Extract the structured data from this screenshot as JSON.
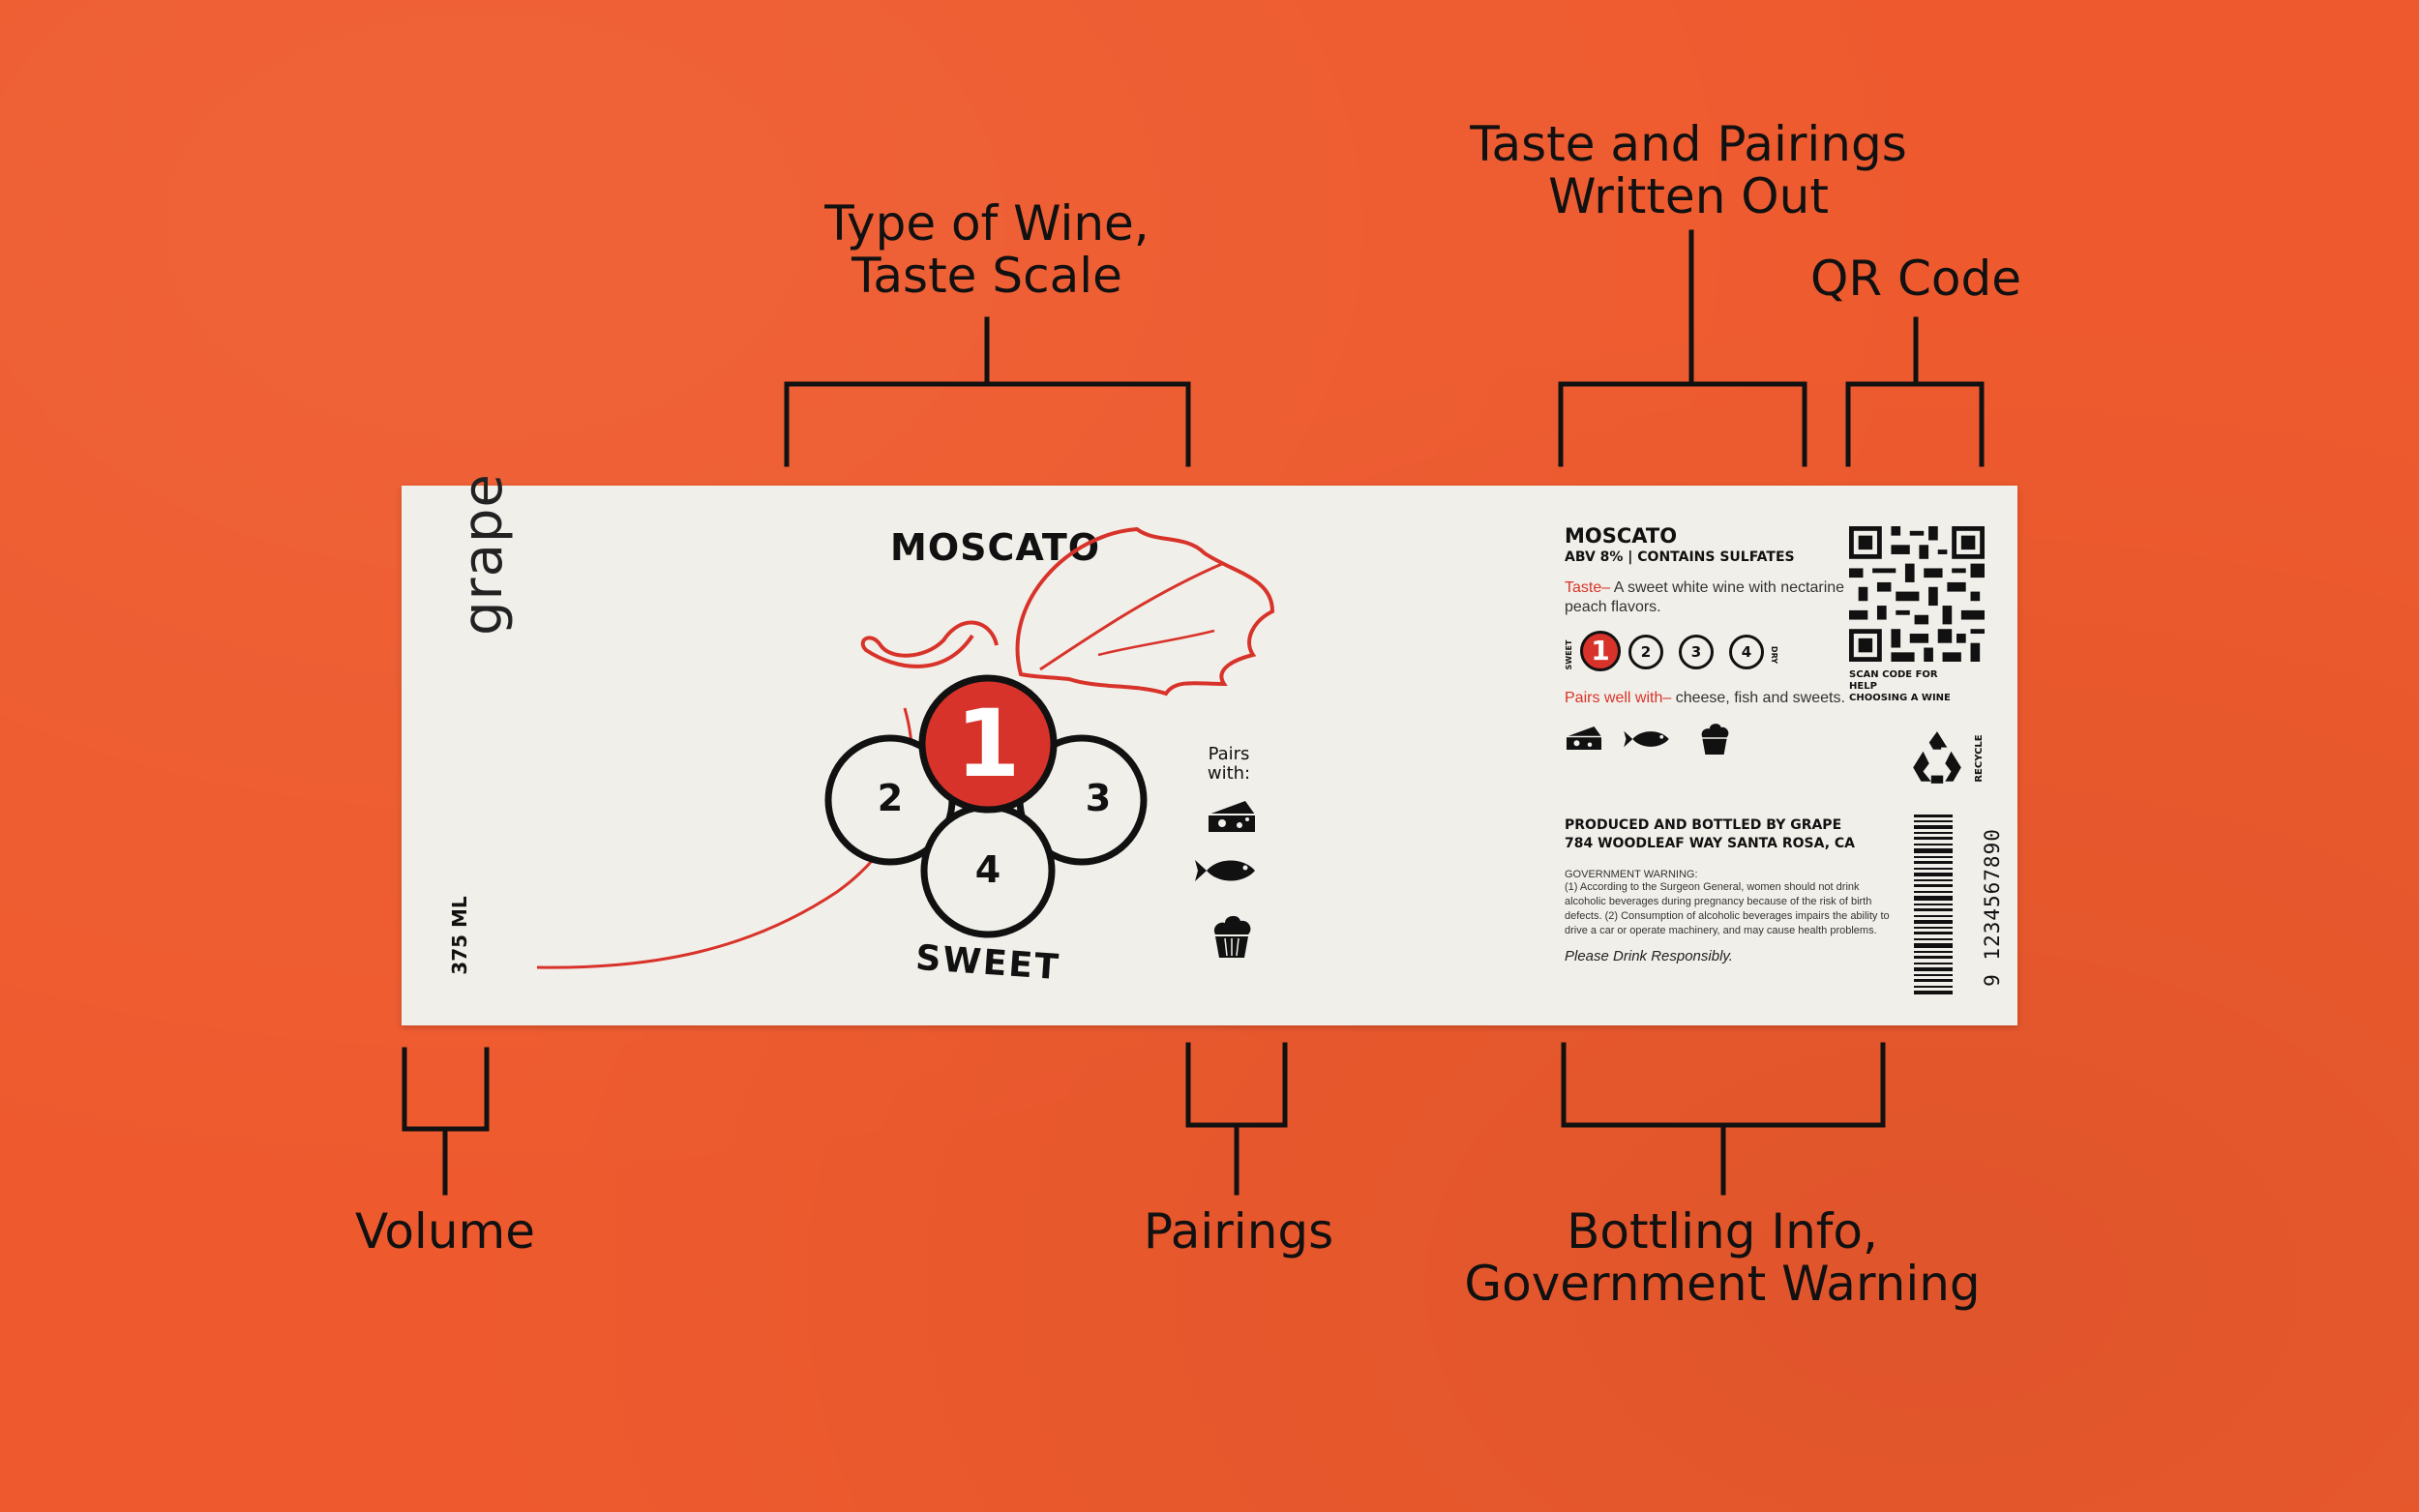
{
  "callouts": {
    "type_scale": {
      "line1": "Type of Wine,",
      "line2": "Taste Scale"
    },
    "taste_written": {
      "line1": "Taste and Pairings",
      "line2": "Written Out"
    },
    "qr": "QR Code",
    "volume": "Volume",
    "pairings": "Pairings",
    "bottling": {
      "line1": "Bottling Info,",
      "line2": "Government Warning"
    }
  },
  "label": {
    "brand": "grape",
    "volume": "375 ML",
    "title": "MOSCATO",
    "big_number": "1",
    "scale": {
      "n2": "2",
      "n3": "3",
      "n4": "4",
      "bottom": "SWEET"
    },
    "pairs": {
      "line1": "Pairs",
      "line2": "with:"
    },
    "info": {
      "title": "MOSCATO",
      "abv": "ABV 8% | CONTAINS SULFATES",
      "taste_label": "Taste–",
      "taste_text": " A sweet white wine with nectarine and peach flavors.",
      "scale_left": "SWEET",
      "scale_right": "DRY",
      "scale_nums": [
        "1",
        "2",
        "3",
        "4"
      ],
      "pairs_label": "Pairs well with–",
      "pairs_text": " cheese, fish and sweets."
    },
    "bottling": {
      "line1": "PRODUCED AND BOTTLED BY GRAPE",
      "line2": "784 WOODLEAF WAY SANTA ROSA, CA",
      "warning_head": "GOVERNMENT WARNING:",
      "warning_body": "(1) According to the Surgeon General, women should not drink alcoholic beverages during pregnancy because of the risk of birth defects. (2) Consumption of alcoholic beverages impairs the ability to drive a car or operate machinery, and may cause health problems.",
      "responsible": "Please Drink Responsibly."
    },
    "qr_caption": {
      "line1": "SCAN CODE FOR HELP",
      "line2": "CHOOSING A WINE"
    },
    "recycle": "RECYCLE",
    "barcode_number": "9 1234567890"
  },
  "colors": {
    "background": "#EE5A2E",
    "label": "#F1EFE9",
    "accent_red": "#D8332A",
    "ink": "#111111"
  },
  "icons": [
    "cheese-icon",
    "fish-icon",
    "cupcake-icon",
    "qr-code-icon",
    "recycle-icon",
    "barcode-icon",
    "grape-leaf-icon"
  ]
}
